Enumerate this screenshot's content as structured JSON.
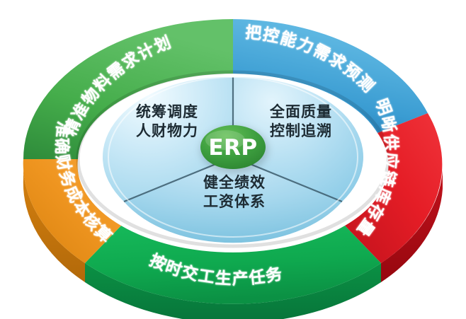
{
  "diagram": {
    "title": "ERP",
    "center": {
      "label": "ERP",
      "color": "#3d9e3f"
    },
    "outer_ring": [
      {
        "id": "material-plan",
        "label": "精准物料需求计划",
        "color": "#3fa845",
        "position": "top-left"
      },
      {
        "id": "capacity-forecast",
        "label": "把控能力需求预测",
        "color": "#3b9fd4",
        "position": "top-right"
      },
      {
        "id": "supply-inventory",
        "label": "明晰供应链库存量",
        "color": "#e8202a",
        "position": "right"
      },
      {
        "id": "production-delivery",
        "label": "按时交工生产任务",
        "color": "#11ad52",
        "position": "bottom"
      },
      {
        "id": "finance-cost",
        "label": "准确财务成本核算",
        "color": "#ef9520",
        "position": "left"
      }
    ],
    "inner_ring": [
      {
        "id": "resource-scheduling",
        "line1": "统筹调度",
        "line2": "人财物力",
        "position": "top-left"
      },
      {
        "id": "quality-control",
        "line1": "全面质量",
        "line2": "控制追溯",
        "position": "top-right"
      },
      {
        "id": "performance-salary",
        "line1": "健全绩效",
        "line2": "工资体系",
        "position": "bottom"
      }
    ],
    "colors": {
      "inner_fill_light": "#d8edf7",
      "inner_fill_mid": "#a3d6ec",
      "inner_fill_deep": "#7cc5e3",
      "divider": "#3b5a6b"
    }
  }
}
